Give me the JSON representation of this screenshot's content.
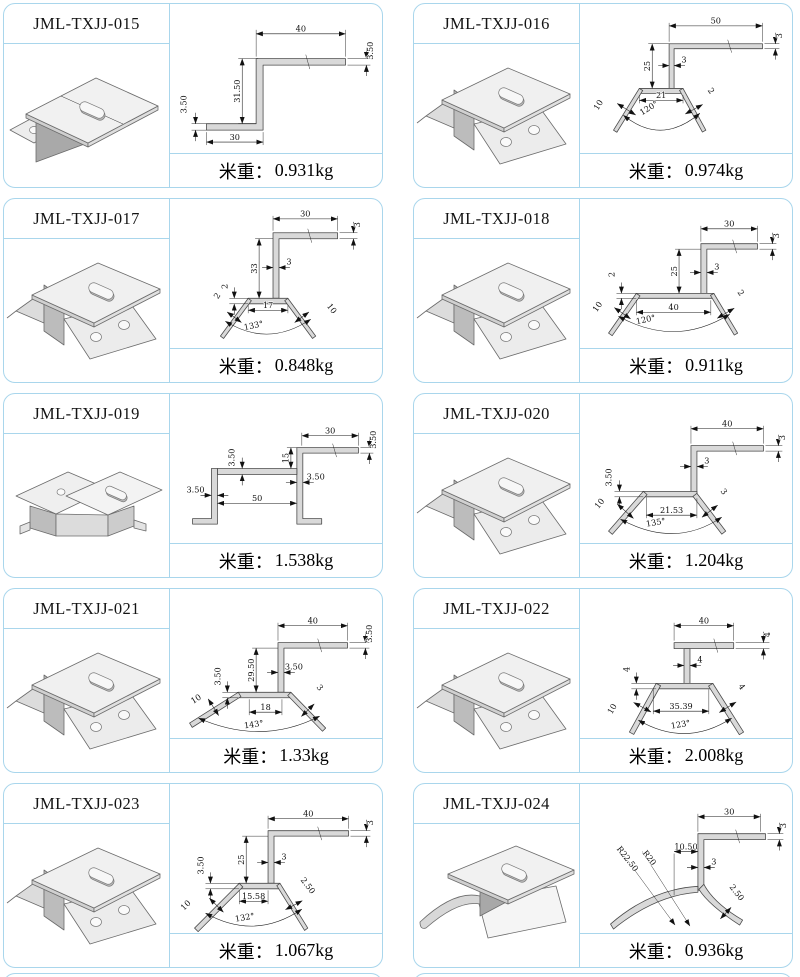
{
  "labels": {
    "weight_prefix": "米重："
  },
  "style": {
    "border_color": "#a9d6ec",
    "profile_fill": "#d9d9d9"
  },
  "products": [
    {
      "code": "JML-TXJJ-015",
      "weight": "0.931kg",
      "dims": [
        "40",
        "3.50",
        "31.50",
        "3.50",
        "30"
      ]
    },
    {
      "code": "JML-TXJJ-016",
      "weight": "0.974kg",
      "dims": [
        "50",
        "3",
        "25",
        "3",
        "21",
        "120°",
        "10",
        "2"
      ]
    },
    {
      "code": "JML-TXJJ-017",
      "weight": "0.848kg",
      "dims": [
        "30",
        "3",
        "33",
        "3",
        "2",
        "17",
        "133°",
        "2",
        "10"
      ]
    },
    {
      "code": "JML-TXJJ-018",
      "weight": "0.911kg",
      "dims": [
        "30",
        "3",
        "25",
        "3",
        "2",
        "40",
        "120°",
        "10",
        "2"
      ]
    },
    {
      "code": "JML-TXJJ-019",
      "weight": "1.538kg",
      "dims": [
        "30",
        "3.50",
        "15",
        "3.50",
        "3.50",
        "3.50",
        "50"
      ]
    },
    {
      "code": "JML-TXJJ-020",
      "weight": "1.204kg",
      "dims": [
        "40",
        "3",
        "3",
        "3.50",
        "10",
        "21.53",
        "135°",
        "3"
      ]
    },
    {
      "code": "JML-TXJJ-021",
      "weight": "1.33kg",
      "dims": [
        "40",
        "3.50",
        "29.50",
        "3.50",
        "3.50",
        "10",
        "18",
        "143°",
        "3"
      ]
    },
    {
      "code": "JML-TXJJ-022",
      "weight": "2.008kg",
      "dims": [
        "40",
        "4",
        "4",
        "4",
        "10",
        "35.39",
        "123°",
        "4"
      ]
    },
    {
      "code": "JML-TXJJ-023",
      "weight": "1.067kg",
      "dims": [
        "40",
        "3",
        "25",
        "3",
        "3.50",
        "10",
        "15.58",
        "132°",
        "2.50"
      ]
    },
    {
      "code": "JML-TXJJ-024",
      "weight": "0.936kg",
      "dims": [
        "30",
        "3",
        "10.50",
        "3",
        "R22.50",
        "R20",
        "2.50"
      ]
    }
  ]
}
